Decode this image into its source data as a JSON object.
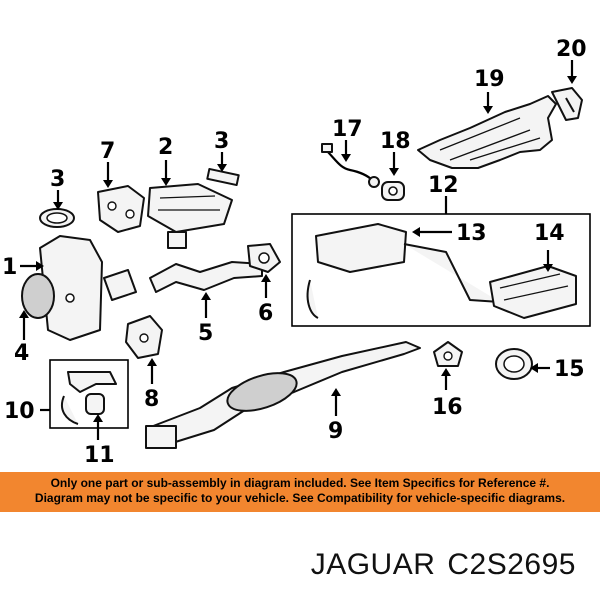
{
  "callouts": {
    "c1": "1",
    "c2": "2",
    "c3a": "3",
    "c3b": "3",
    "c4": "4",
    "c5": "5",
    "c6": "6",
    "c7": "7",
    "c8": "8",
    "c9": "9",
    "c10": "10",
    "c11": "11",
    "c12": "12",
    "c13": "13",
    "c14": "14",
    "c15": "15",
    "c16": "16",
    "c17": "17",
    "c18": "18",
    "c19": "19",
    "c20": "20"
  },
  "notice": {
    "line1": "Only one part or sub-assembly in diagram included. See Item Specifics for Reference #.",
    "line2": "Diagram may not be specific to your vehicle. See Compatibility for vehicle-specific diagrams."
  },
  "brand": {
    "make": "JAGUAR",
    "part_number": "C2S2695"
  },
  "colors": {
    "notice_background": "#f2862f",
    "text": "#000000"
  }
}
